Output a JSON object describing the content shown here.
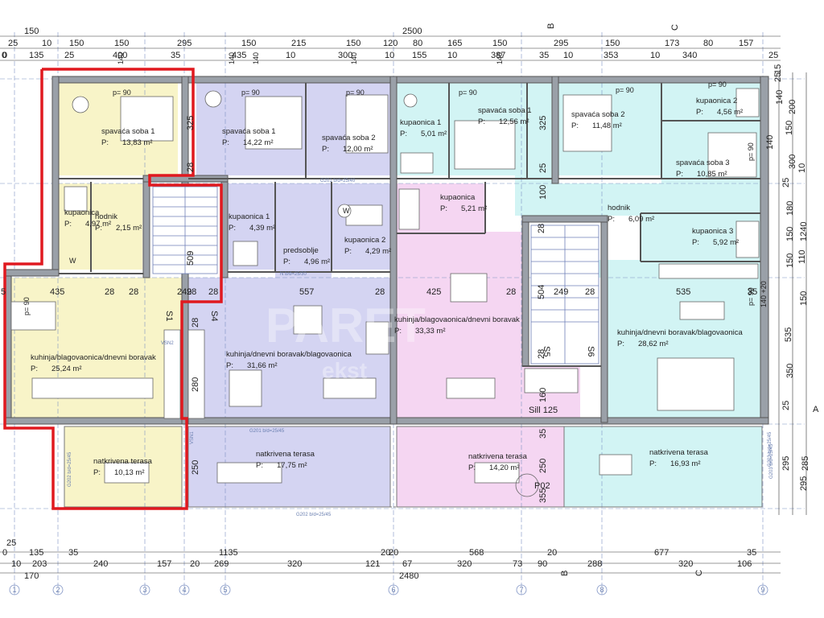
{
  "dims_top_1": [
    "150",
    "2500"
  ],
  "dims_top_2": [
    "25",
    "10",
    "150",
    "150",
    "295",
    "150",
    "215",
    "150",
    "120",
    "80",
    "165",
    "150",
    "295",
    "150",
    "173",
    "80",
    "157"
  ],
  "dims_top_3": [
    "0",
    "135",
    "25",
    "400",
    "35",
    "435",
    "10",
    "300",
    "10",
    "155",
    "10",
    "387",
    "35",
    "10",
    "353",
    "10",
    "340",
    "25"
  ],
  "dims_top_sm": [
    "140",
    "140",
    "140",
    "140",
    "140",
    "140"
  ],
  "dims_bottom_1": [
    "25"
  ],
  "dims_bottom_2": [
    "0",
    "135",
    "35",
    "1135",
    "20",
    "20",
    "568",
    "20",
    "677",
    "35"
  ],
  "dims_bottom_3": [
    "10",
    "203",
    "240",
    "157",
    "20",
    "269",
    "320",
    "121",
    "67",
    "320",
    "73",
    "90",
    "288",
    "320",
    "106"
  ],
  "dims_bottom_4": [
    "170",
    "2480"
  ],
  "dims_right": [
    "15",
    "25",
    "140",
    "200",
    "150",
    "140",
    "300",
    "25",
    "180",
    "150",
    "10",
    "110",
    "150",
    "1240",
    "150",
    "140 +20",
    "535",
    "350",
    "25",
    "295",
    "285",
    "295"
  ],
  "dims_left": [
    "0",
    "5"
  ],
  "axis_labels": [
    "1",
    "2",
    "3",
    "4",
    "5",
    "6",
    "7",
    "8",
    "9"
  ],
  "axis_letters": [
    "B",
    "C",
    "A",
    "B",
    "C"
  ],
  "interior_dims": [
    {
      "t": "325"
    },
    {
      "t": "28"
    },
    {
      "t": "509"
    },
    {
      "t": "28"
    },
    {
      "t": "249"
    },
    {
      "t": "28"
    },
    {
      "t": "435"
    },
    {
      "t": "28"
    },
    {
      "t": "557"
    },
    {
      "t": "28"
    },
    {
      "t": "425"
    },
    {
      "t": "28"
    },
    {
      "t": "504"
    },
    {
      "t": "249"
    },
    {
      "t": "28"
    },
    {
      "t": "535"
    },
    {
      "t": "35"
    },
    {
      "t": "325"
    },
    {
      "t": "25"
    },
    {
      "t": "100"
    },
    {
      "t": "28"
    },
    {
      "t": "28"
    },
    {
      "t": "28"
    },
    {
      "t": "280"
    },
    {
      "t": "160"
    },
    {
      "t": "35"
    },
    {
      "t": "250"
    },
    {
      "t": "250"
    },
    {
      "t": "355"
    },
    {
      "t": "28"
    }
  ],
  "door_labels": [
    "p= 90",
    "p= 90",
    "p= 90",
    "p= 90",
    "p= 90",
    "p= 90",
    "p= 90",
    "p= 90",
    "p= 90"
  ],
  "rooms": [
    {
      "name": "spavaća soba 1",
      "area": "13,83 m²"
    },
    {
      "name": "kupaonica",
      "area": "4,97 m²"
    },
    {
      "name": "hodnik",
      "area": "2,15 m²"
    },
    {
      "name": "kuhinja/blagovaonica/dnevni boravak",
      "area": "25,24 m²"
    },
    {
      "name": "natkrivena terasa",
      "area": "10,13 m²"
    },
    {
      "name": "spavaća soba 1",
      "area": "14,22 m²"
    },
    {
      "name": "spavaća soba 2",
      "area": "12,00 m²"
    },
    {
      "name": "kupaonica 1",
      "area": "4,39 m²"
    },
    {
      "name": "predsoblje",
      "area": "4,96 m²"
    },
    {
      "name": "kupaonica 2",
      "area": "4,29 m²"
    },
    {
      "name": "kuhinja/dnevni boravak/blagovaonica",
      "area": "31,66 m²"
    },
    {
      "name": "natkrivena terasa",
      "area": "17,75 m²"
    },
    {
      "name": "kupaonica 1",
      "area": "5,01 m²"
    },
    {
      "name": "spavaća soba 1",
      "area": "12,56 m²"
    },
    {
      "name": "kupaonica",
      "area": "5,21 m²"
    },
    {
      "name": "kuhinja/blagovaonica/dnevni boravak",
      "area": "33,33 m²"
    },
    {
      "name": "natkrivena terasa",
      "area": "14,20 m²"
    },
    {
      "name": "spavaća soba 2",
      "area": "11,48 m²"
    },
    {
      "name": "kupaonica 2",
      "area": "4,56 m²"
    },
    {
      "name": "spavaća soba 3",
      "area": "10,85 m²"
    },
    {
      "name": "hodnik",
      "area": "6,09 m²"
    },
    {
      "name": "kupaonica 3",
      "area": "5,92 m²"
    },
    {
      "name": "kuhinja/dnevni boravak/blagovaonica",
      "area": "28,62 m²"
    },
    {
      "name": "natkrivena terasa",
      "area": "16,93 m²"
    }
  ],
  "area_prefix": "P:",
  "stair_labels": [
    "S1",
    "S4",
    "S5",
    "S6"
  ],
  "misc": {
    "sill": "Sill 125",
    "p02": "P02",
    "watermark": "PARET",
    "watermark_sub": "ekst",
    "w_label": "W"
  },
  "beam_notes": [
    "G201 b/d=25/40",
    "N b/d=25/30",
    "G201 b/d=25/45",
    "G202 b/d=25/45",
    "G203 b/d=25/45",
    "G203 b/d=25/45",
    "G202 b/d=25/45",
    "VSN2",
    "VSN1"
  ],
  "colors": {
    "yellow": "#f8f4c8",
    "blue": "#d4d4f2",
    "cyan": "#d2f4f4",
    "pink": "#f5d6f2",
    "wall": "#555555",
    "red": "#e0191f",
    "grid": "#7f93c4"
  }
}
